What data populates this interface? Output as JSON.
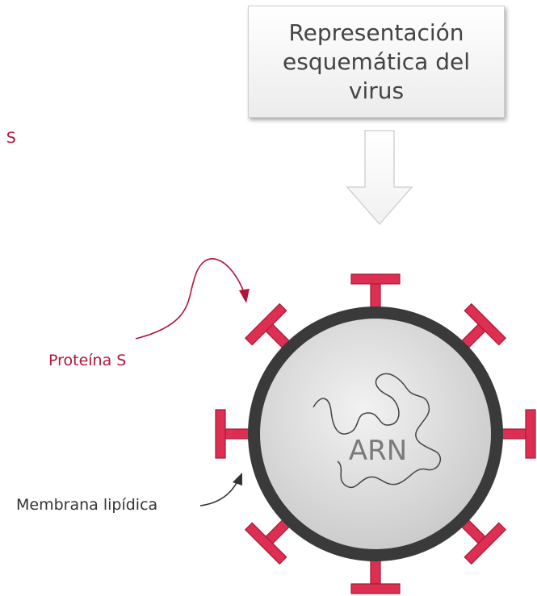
{
  "title": "Representación esquemática del virus",
  "labels": {
    "protein_cropped": "na S",
    "protein": "Proteína S",
    "membrane": "Membrana lipídica",
    "rna": "ARN"
  },
  "colors": {
    "spike": "#dd2f52",
    "spike_stroke": "#a8183a",
    "membrane": "#3a3a3a",
    "core": "#d8d8d8",
    "label_red": "#b0153a",
    "label_dark": "#333333"
  },
  "icons": {
    "down_arrow": "down-arrow-icon",
    "spike": "spike-protein-icon"
  }
}
